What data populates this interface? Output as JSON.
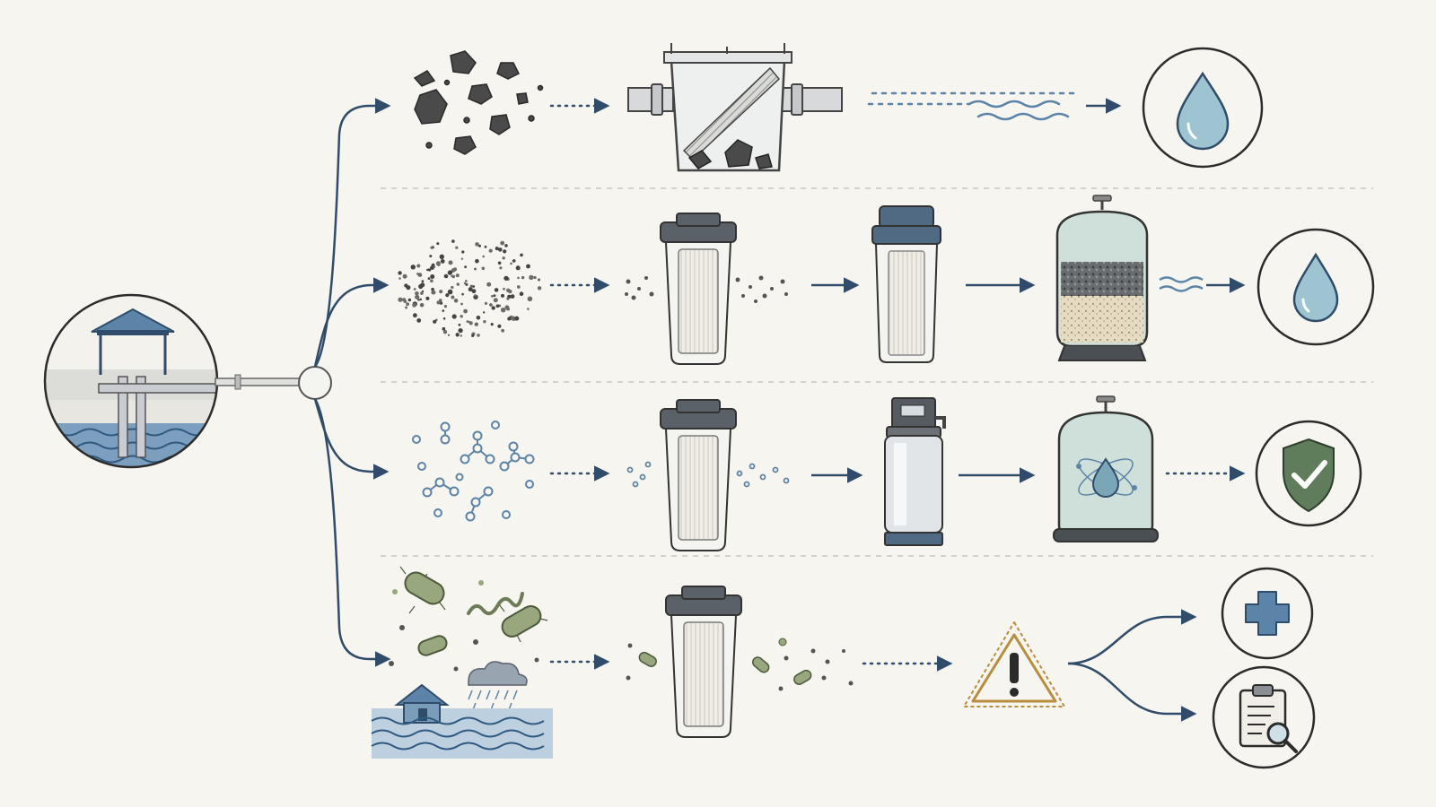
{
  "diagram": {
    "colors": {
      "background": "#f7f5ef",
      "arrow": "#2f4d6b",
      "outline": "#333333",
      "water": "#5b84a8",
      "water_drop": "#9ec3d1",
      "filter_cap": "#5a6168",
      "filter_cap_blue": "#4f6a82",
      "pleat": "#eceae3",
      "rock": "#4a4a4a",
      "green": "#5f7d5a",
      "microbe": "#98a77e",
      "warning": "#b88d3e",
      "tank_glass": "#cfe0da",
      "divider": "#c9c6bd"
    },
    "source": {
      "icon": "well-pump-icon"
    },
    "rows": [
      {
        "id": "sediment",
        "pollutant_icon": "rocks-icon",
        "stages": [
          "sediment-trap-icon"
        ],
        "outcome_icon": "water-drop-icon"
      },
      {
        "id": "particles",
        "pollutant_icon": "particles-icon",
        "stages": [
          "cartridge-filter-icon",
          "cartridge-filter-icon",
          "media-tank-icon"
        ],
        "outcome_icon": "water-drop-icon"
      },
      {
        "id": "chemicals",
        "pollutant_icon": "molecules-icon",
        "stages": [
          "cartridge-filter-icon",
          "water-softener-icon",
          "treatment-tank-icon"
        ],
        "outcome_icon": "shield-check-icon"
      },
      {
        "id": "microbes",
        "pollutant_icon": "bacteria-flood-icon",
        "stages": [
          "cartridge-filter-icon"
        ],
        "alert_icon": "warning-triangle-icon",
        "outcome_icons": [
          "medical-cross-icon",
          "clipboard-inspection-icon"
        ]
      }
    ]
  }
}
